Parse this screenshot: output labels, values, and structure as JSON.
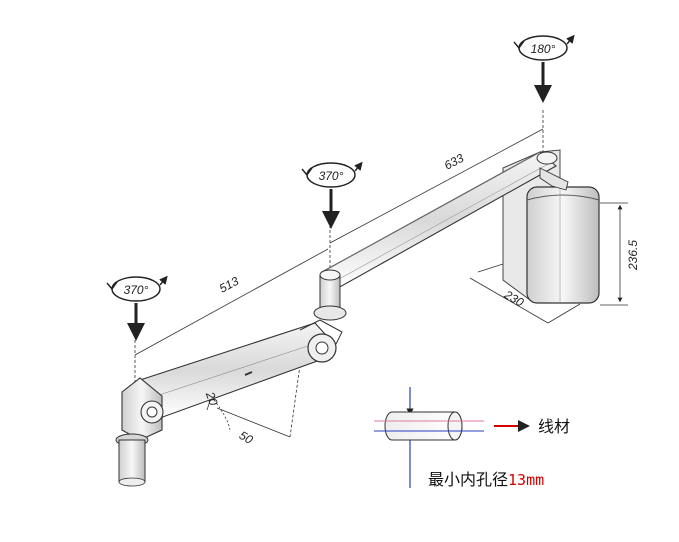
{
  "dimensions": {
    "arm_long": "633",
    "arm_short": "513",
    "height": "236.5",
    "depth": "230",
    "offset_small": "20",
    "offset_length": "50"
  },
  "rotations": {
    "top": "180°",
    "middle": "370°",
    "left": "370°"
  },
  "inset": {
    "cable_label": "线材",
    "min_hole_label": "最小内孔径",
    "min_hole_value": "13mm"
  },
  "colors": {
    "accent_red": "#d40000",
    "line_blue": "#2a3fbf",
    "line_pink": "#e07a9a"
  }
}
